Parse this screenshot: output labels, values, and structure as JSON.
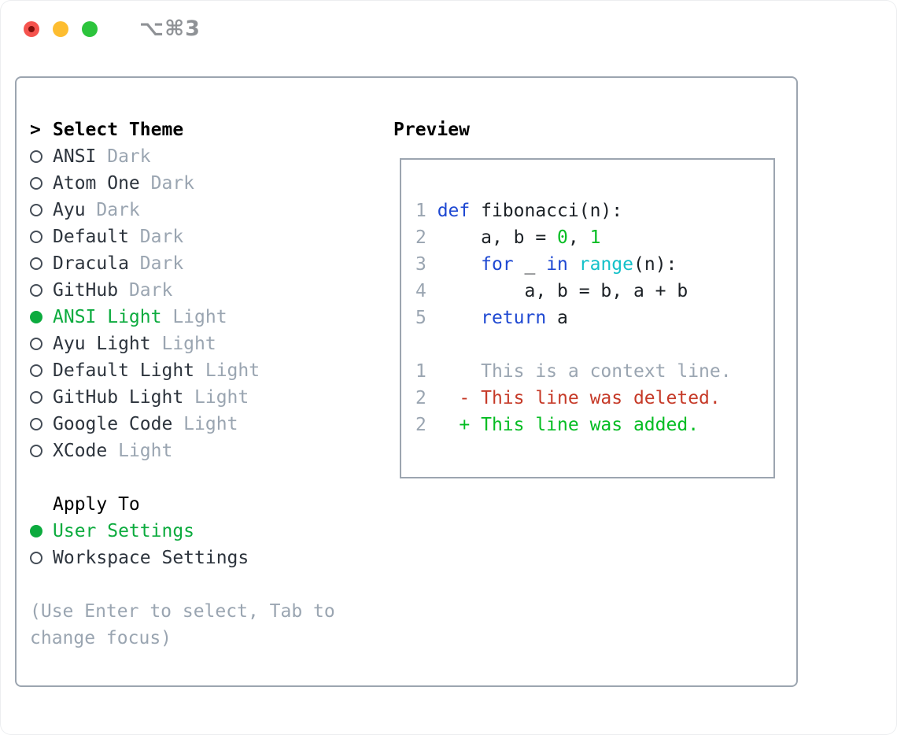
{
  "titlebar": {
    "shortcut": "⌥⌘3"
  },
  "theme_list": {
    "focus_caret": ">",
    "header": "Select Theme",
    "items": [
      {
        "name": "ANSI",
        "variant": "Dark",
        "selected": false
      },
      {
        "name": "Atom One",
        "variant": "Dark",
        "selected": false
      },
      {
        "name": "Ayu",
        "variant": "Dark",
        "selected": false
      },
      {
        "name": "Default",
        "variant": "Dark",
        "selected": false
      },
      {
        "name": "Dracula",
        "variant": "Dark",
        "selected": false
      },
      {
        "name": "GitHub",
        "variant": "Dark",
        "selected": false
      },
      {
        "name": "ANSI Light",
        "variant": "Light",
        "selected": true
      },
      {
        "name": "Ayu Light",
        "variant": "Light",
        "selected": false
      },
      {
        "name": "Default Light",
        "variant": "Light",
        "selected": false
      },
      {
        "name": "GitHub Light",
        "variant": "Light",
        "selected": false
      },
      {
        "name": "Google Code",
        "variant": "Light",
        "selected": false
      },
      {
        "name": "XCode",
        "variant": "Light",
        "selected": false
      }
    ]
  },
  "apply_to": {
    "header": "Apply To",
    "options": [
      {
        "label": "User Settings",
        "selected": true
      },
      {
        "label": "Workspace Settings",
        "selected": false
      }
    ]
  },
  "footer_hint": "(Use Enter to select, Tab to change focus)",
  "preview": {
    "header": "Preview",
    "code_lines": [
      {
        "num": "1",
        "tokens": [
          {
            "text": "def",
            "type": "keyword"
          },
          {
            "text": " fibonacci(n):",
            "type": "plain"
          }
        ]
      },
      {
        "num": "2",
        "tokens": [
          {
            "text": "    a, b = ",
            "type": "plain"
          },
          {
            "text": "0",
            "type": "number"
          },
          {
            "text": ", ",
            "type": "plain"
          },
          {
            "text": "1",
            "type": "number"
          }
        ]
      },
      {
        "num": "3",
        "tokens": [
          {
            "text": "    ",
            "type": "plain"
          },
          {
            "text": "for",
            "type": "keyword"
          },
          {
            "text": " _ ",
            "type": "plain"
          },
          {
            "text": "in",
            "type": "keyword"
          },
          {
            "text": " ",
            "type": "plain"
          },
          {
            "text": "range",
            "type": "builtin"
          },
          {
            "text": "(n):",
            "type": "plain"
          }
        ]
      },
      {
        "num": "4",
        "tokens": [
          {
            "text": "        a, b = b, a + b",
            "type": "plain"
          }
        ]
      },
      {
        "num": "5",
        "tokens": [
          {
            "text": "    ",
            "type": "plain"
          },
          {
            "text": "return",
            "type": "keyword"
          },
          {
            "text": " a",
            "type": "plain"
          }
        ]
      }
    ],
    "diff_lines": [
      {
        "num": "1",
        "prefix": " ",
        "text": "This is a context line.",
        "kind": "context"
      },
      {
        "num": "2",
        "prefix": "-",
        "text": "This line was deleted.",
        "kind": "deleted"
      },
      {
        "num": "2",
        "prefix": "+",
        "text": "This line was added.",
        "kind": "added"
      }
    ]
  },
  "colors": {
    "accent_green": "#0cab3e",
    "code_green": "#05bd23",
    "keyword_blue": "#1e48d2",
    "builtin_cyan": "#13c1c9",
    "deleted_red": "#c63a28",
    "muted_gray": "#9aa5b1",
    "text_dark": "#2d343d",
    "code_text": "#1c2126",
    "border_gray": "#9ca5b0",
    "traffic_red": "#f5534e",
    "traffic_yellow": "#fdbd30",
    "traffic_green": "#2cc43c"
  }
}
